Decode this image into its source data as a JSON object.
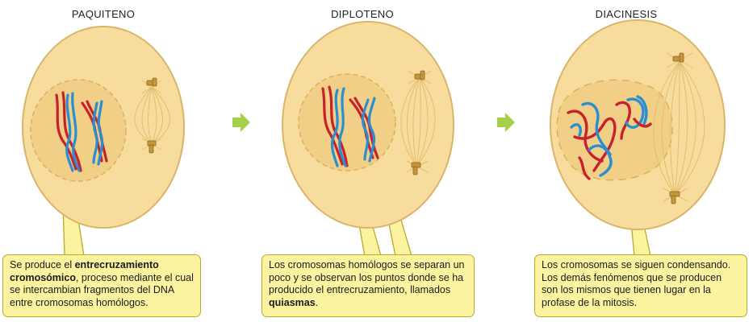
{
  "stages": [
    {
      "title": "PAQUITENO",
      "caption_parts": [
        {
          "text": "Se produce el ",
          "bold": false
        },
        {
          "text": "entrecruzamiento cromosómico",
          "bold": true
        },
        {
          "text": ", proceso mediante el cual se intercambian fragmentos del DNA entre cromosomas homólogos.",
          "bold": false
        }
      ]
    },
    {
      "title": "DIPLOTENO",
      "caption_parts": [
        {
          "text": "Los cromosomas homólogos se separan un poco y se observan los puntos donde se ha producido el entrecruzamiento, llamados ",
          "bold": false
        },
        {
          "text": "quiasmas",
          "bold": true
        },
        {
          "text": ".",
          "bold": false
        }
      ]
    },
    {
      "title": "DIACINESIS",
      "caption_parts": [
        {
          "text": "Los cromosomas se siguen condensando. Los demás fenómenos que se producen son los mismos que tienen lugar en la profase de la mitosis.",
          "bold": false
        }
      ]
    }
  ],
  "colors": {
    "cell_fill": "#f7dc9d",
    "cell_stroke": "#d9b56a",
    "nucleus_fill": "#f1cf86",
    "chromosome_red": "#c8202c",
    "chromosome_blue": "#2a8fd0",
    "arrow": "#a6cf4a",
    "callout_fill": "#fbf3a0",
    "centriole": "#c8963a"
  }
}
